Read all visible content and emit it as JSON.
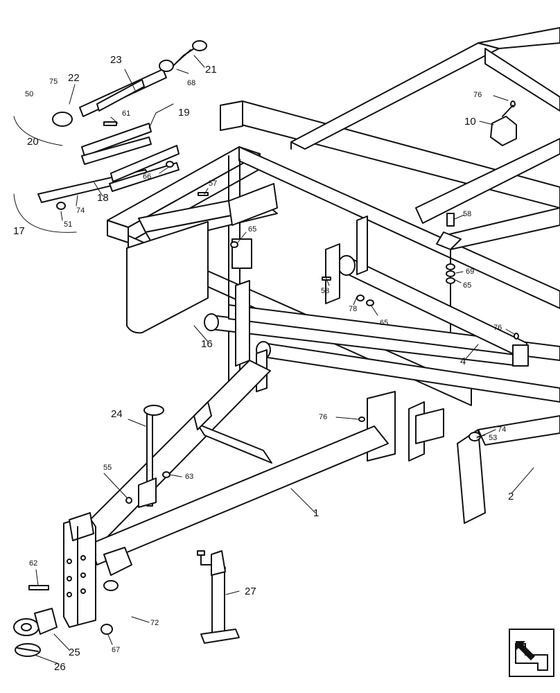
{
  "callouts": {
    "c1": "1",
    "c2": "2",
    "c4": "4",
    "c10": "10",
    "c16": "16",
    "c17": "17",
    "c18": "18",
    "c19": "19",
    "c20": "20",
    "c21": "21",
    "c22": "22",
    "c23": "23",
    "c24": "24",
    "c25": "25",
    "c26": "26",
    "c27": "27",
    "c50": "50",
    "c51": "51",
    "c53": "53",
    "c55": "55",
    "c57": "57",
    "c58a": "58",
    "c58b": "58",
    "c61": "61",
    "c62": "62",
    "c63": "63",
    "c65a": "65",
    "c65b": "65",
    "c65c": "65",
    "c66": "66",
    "c67": "67",
    "c68": "68",
    "c69": "69",
    "c72": "72",
    "c74a": "74",
    "c74b": "74",
    "c75": "75",
    "c76a": "76",
    "c76b": "76",
    "c76c": "76",
    "c78": "78"
  },
  "nav": {
    "icon": "arrow-icon"
  },
  "colors": {
    "ink": "#111111",
    "paper": "#ffffff"
  }
}
